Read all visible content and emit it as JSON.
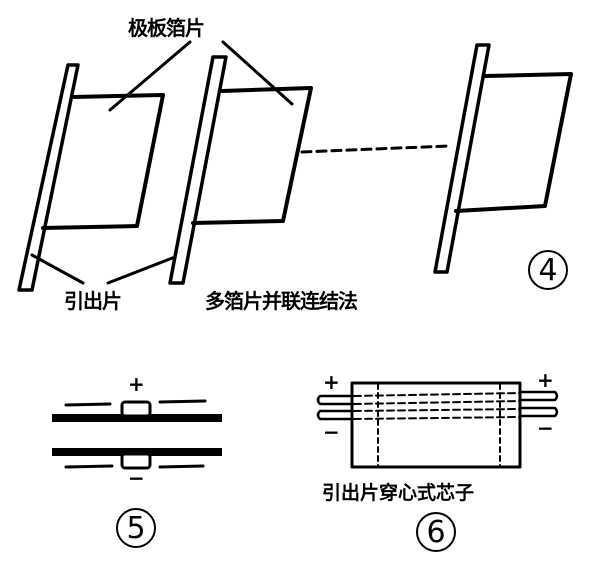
{
  "figure4": {
    "label_foil": "极板箔片",
    "label_tab": "引出片",
    "caption": "多箔片并联连结法",
    "number": "4"
  },
  "figure5": {
    "plus": "+",
    "minus": "−",
    "number": "5"
  },
  "figure6": {
    "plus_left": "+",
    "minus_left": "−",
    "plus_right": "+",
    "minus_right": "−",
    "caption": "引出片穿心式芯子",
    "number": "6"
  },
  "colors": {
    "ink": "#000000",
    "background": "#ffffff"
  }
}
